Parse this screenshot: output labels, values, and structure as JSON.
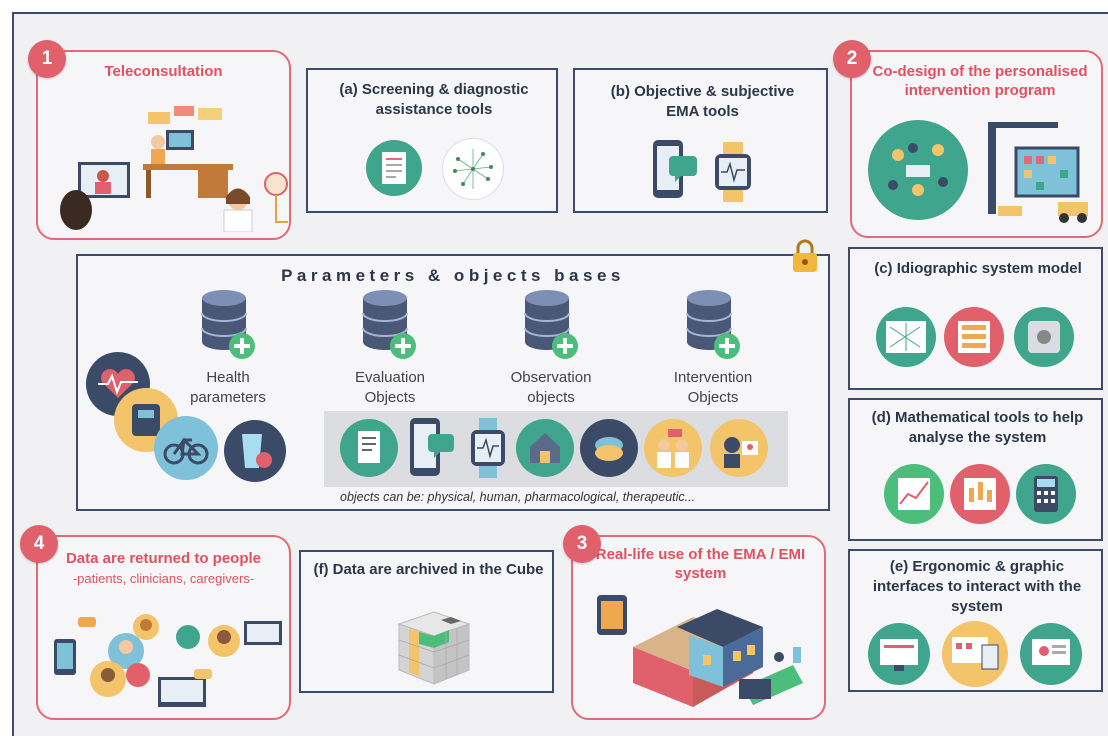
{
  "box1": {
    "number": "1",
    "title": "Teleconsultation"
  },
  "box2": {
    "number": "2",
    "title": "Co-design of the personalised intervention program"
  },
  "box3": {
    "number": "3",
    "title": "Real-life use of the EMA / EMI system"
  },
  "box4": {
    "number": "4",
    "title": "Data are returned to people",
    "subtitle": "-patients, clinicians, caregivers-"
  },
  "box_a": {
    "title": "(a) Screening & diagnostic assistance tools"
  },
  "box_b": {
    "title": "(b) Objective & subjective EMA tools"
  },
  "box_c": {
    "title": "(c) Idiographic system model"
  },
  "box_d": {
    "title": "(d) Mathematical tools to help analyse the system"
  },
  "box_e": {
    "title": "(e) Ergonomic & graphic interfaces to interact with the system"
  },
  "box_f": {
    "title": "(f) Data are archived in the Cube"
  },
  "parameters": {
    "title": "Parameters & objects bases",
    "databases": [
      {
        "label": "Health parameters"
      },
      {
        "label": "Evaluation Objects"
      },
      {
        "label": "Observation objects"
      },
      {
        "label": "Intervention Objects"
      }
    ],
    "caption": "objects can be: physical, human, pharmacological, therapeutic..."
  },
  "colors": {
    "accent_red": "#e3505f",
    "navy": "#3d4a6b",
    "teal": "#3fa58c",
    "green_plus": "#4cbd7a"
  }
}
